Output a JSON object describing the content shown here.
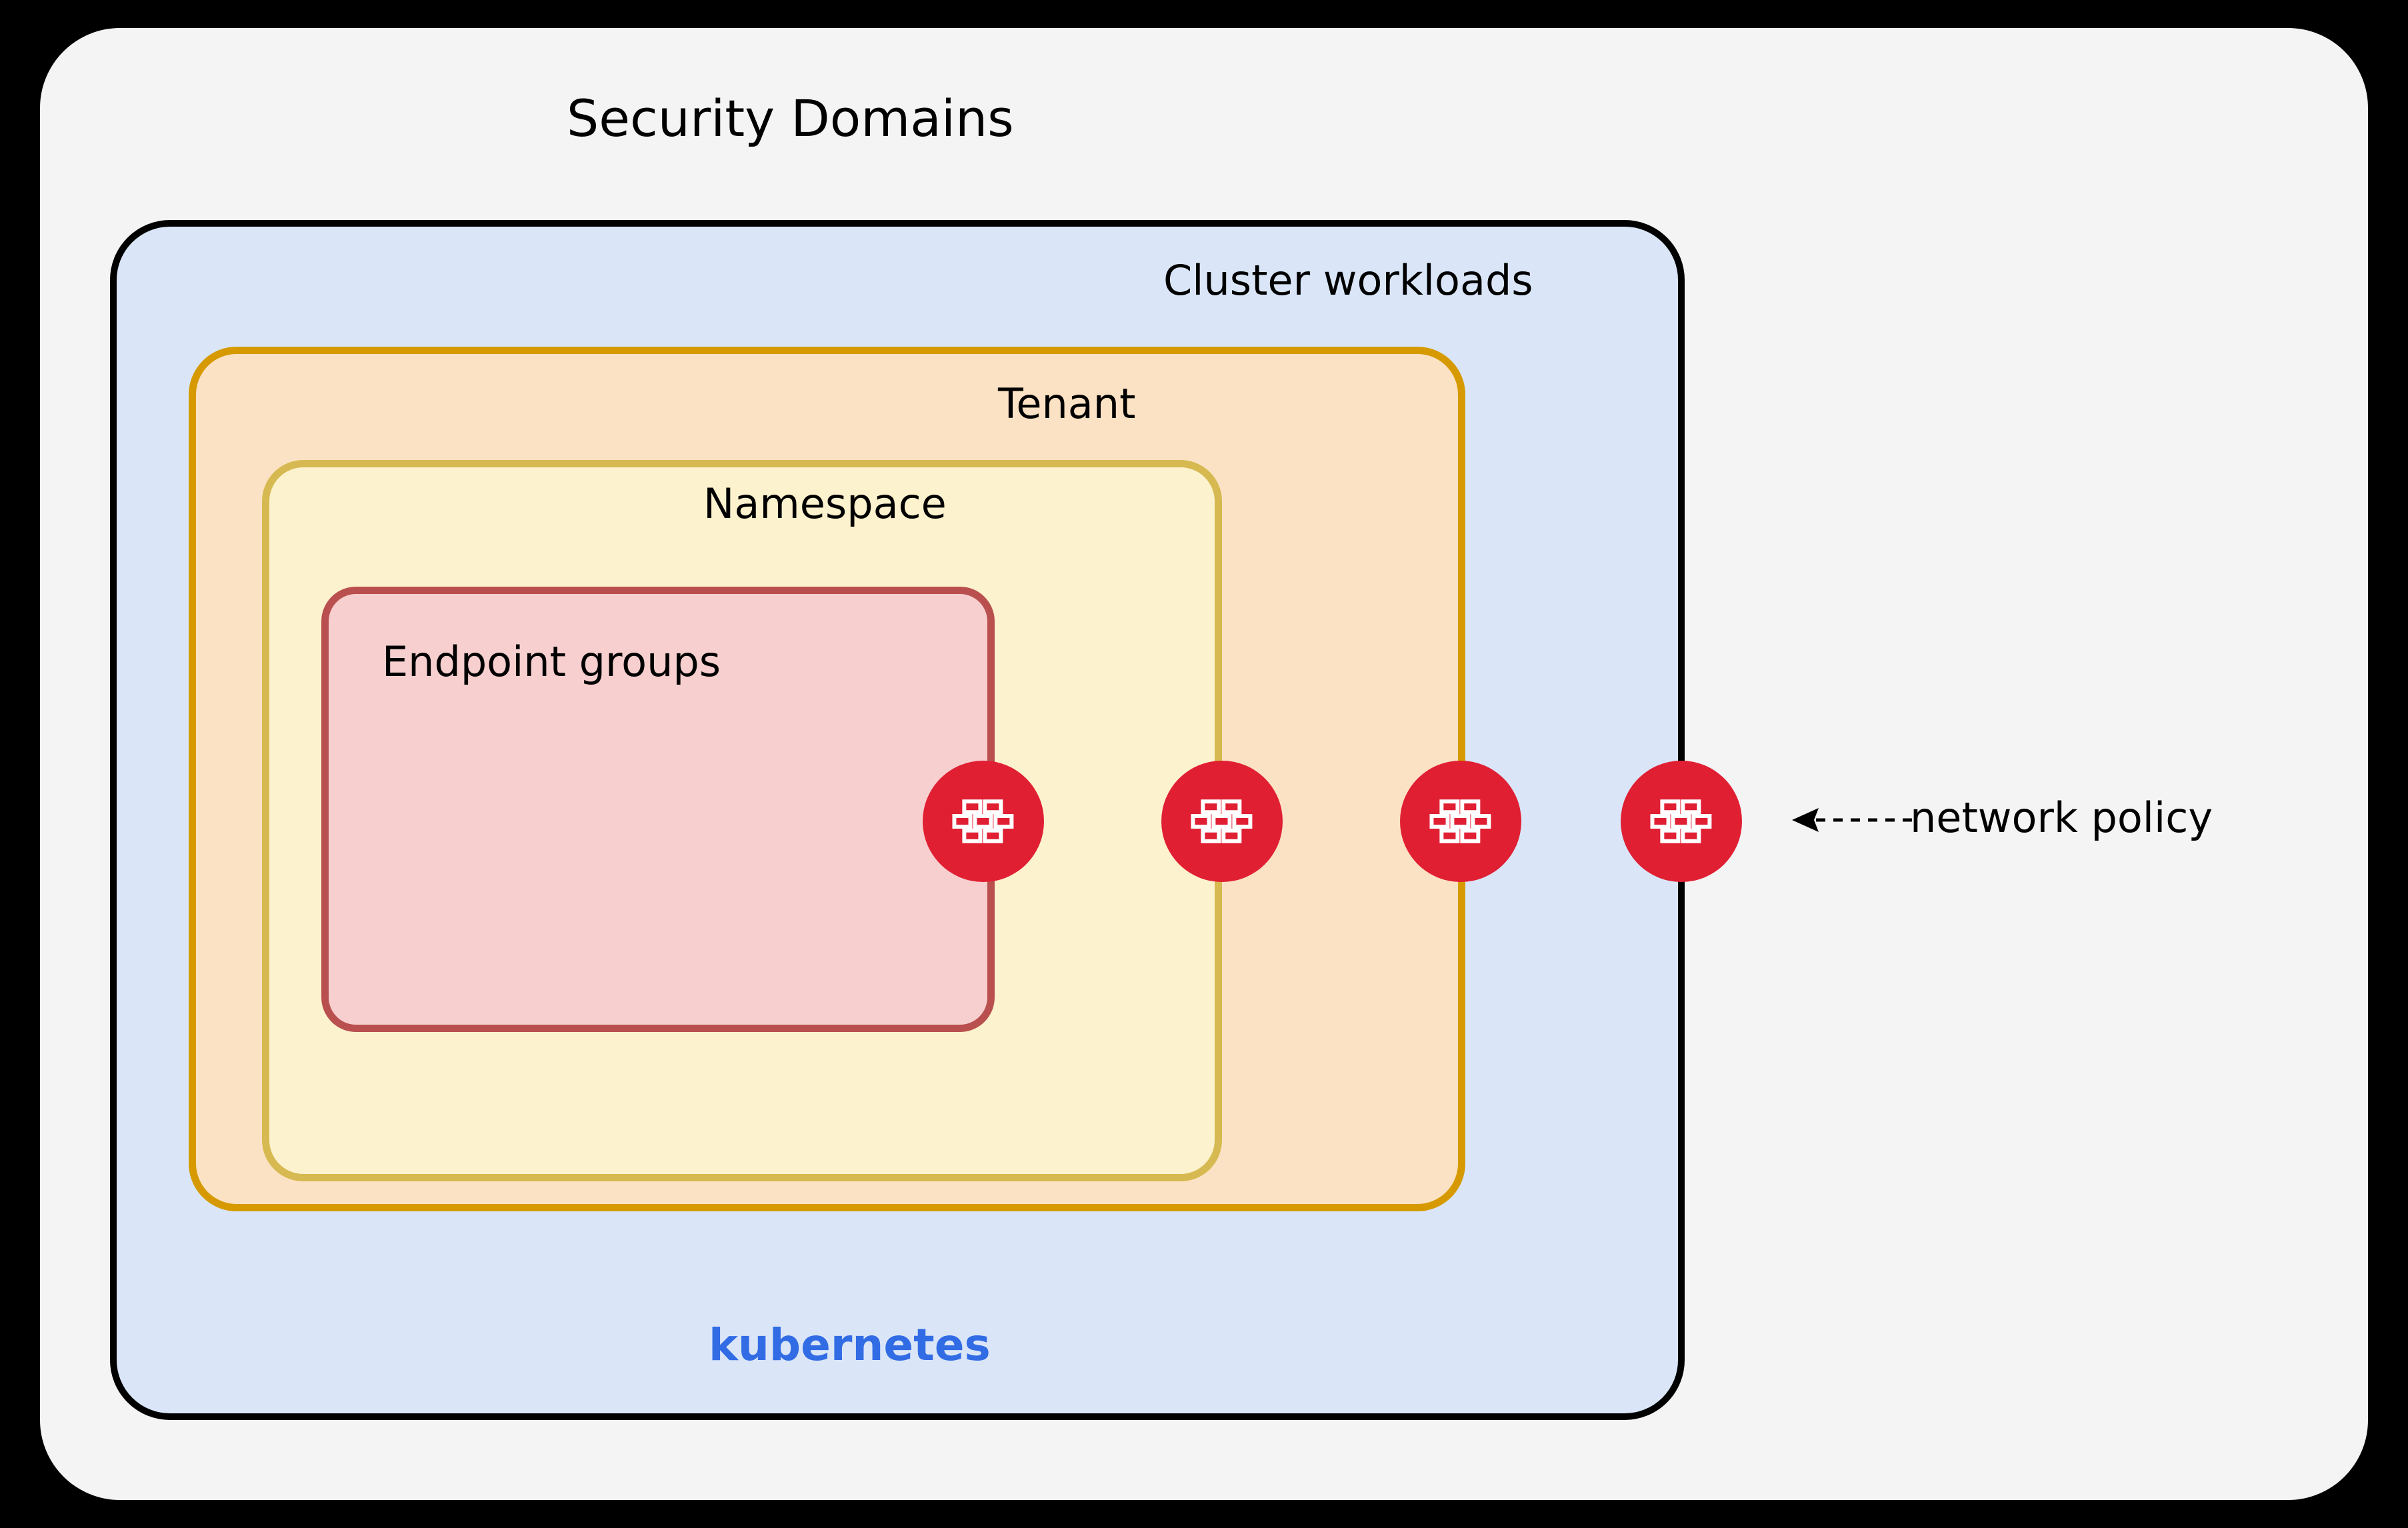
{
  "diagram": {
    "title": "Security Domains",
    "background_color": "#000000",
    "panel_color": "#F4F4F5",
    "boxes": [
      {
        "id": "cluster-workloads",
        "label": "Cluster workloads",
        "fill": "#DAE6F8",
        "border": "#000000",
        "level": 1
      },
      {
        "id": "tenant",
        "label": "Tenant",
        "fill": "#FCE2C4",
        "border": "#D69A00",
        "level": 2
      },
      {
        "id": "namespace",
        "label": "Namespace",
        "fill": "#FDF2CE",
        "border": "#D6B950",
        "level": 3
      },
      {
        "id": "endpoint-groups",
        "label": "Endpoint groups",
        "fill": "#F7CFCF",
        "border": "#B9504F",
        "level": 4
      }
    ],
    "platform_label": {
      "text": "kubernetes",
      "color": "#326CE5"
    },
    "annotation": {
      "label": "network policy",
      "arrow_direction": "left",
      "arrow_style": "dashed"
    },
    "policy_nodes": [
      {
        "icon": "firewall-icon",
        "boundary": "endpoint-groups",
        "color": "#E01F33"
      },
      {
        "icon": "firewall-icon",
        "boundary": "namespace",
        "color": "#E01F33"
      },
      {
        "icon": "firewall-icon",
        "boundary": "tenant",
        "color": "#E01F33"
      },
      {
        "icon": "firewall-icon",
        "boundary": "cluster-workloads",
        "color": "#E01F33"
      }
    ]
  }
}
